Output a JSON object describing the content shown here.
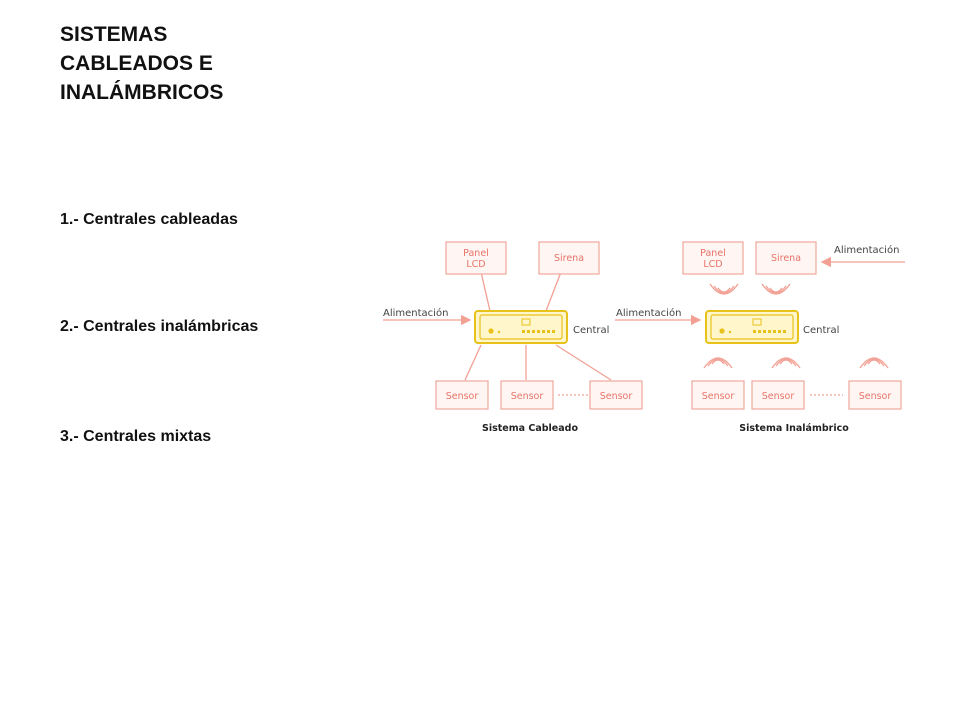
{
  "title": [
    "SISTEMAS",
    "CABLEADOS E",
    "INALÁMBRICOS"
  ],
  "items": [
    "1.- Centrales cableadas",
    "2.- Centrales inalámbricas",
    "3.- Centrales mixtas"
  ],
  "diagram": {
    "wired": {
      "panel": [
        "Panel",
        "LCD"
      ],
      "siren": "Sirena",
      "power": "Alimentación",
      "central": "Central",
      "sensors": [
        "Sensor",
        "Sensor",
        "Sensor"
      ],
      "caption": "Sistema Cableado"
    },
    "wireless": {
      "panel": [
        "Panel",
        "LCD"
      ],
      "siren": "Sirena",
      "power_in": "Alimentación",
      "power_siren": "Alimentación",
      "central": "Central",
      "sensors": [
        "Sensor",
        "Sensor",
        "Sensor"
      ],
      "caption": "Sistema Inalámbrico"
    },
    "colors": {
      "box_stroke": "#f0a89c",
      "box_text": "#e8746a",
      "central_stroke": "#e8c21a",
      "central_fill": "#fff6cc"
    }
  }
}
